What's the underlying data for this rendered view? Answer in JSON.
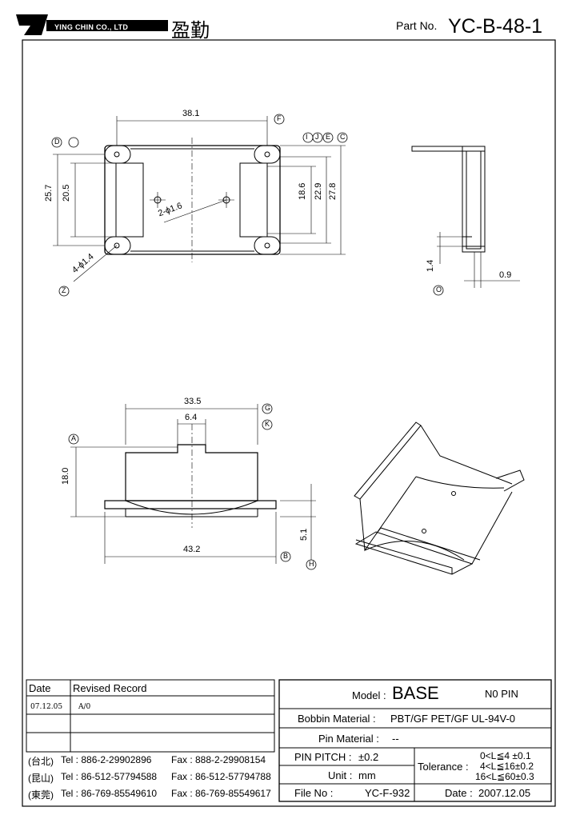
{
  "header": {
    "company": "YING CHIN CO., LTD",
    "company_cn": "盈勤",
    "part_label": "Part No.",
    "part_no": "YC-B-48-1"
  },
  "drawing": {
    "top_view": {
      "length": "38.1",
      "width_outer": "25.7",
      "width_inner": "20.5",
      "slot_height": "18.6",
      "height_mid": "22.9",
      "height_total": "27.8",
      "hole_note": "2-ϕ1.6",
      "pin_note": "4-ϕ1.4",
      "markers": [
        "F",
        "D",
        "I",
        "J",
        "E",
        "C",
        "Z"
      ]
    },
    "side_view": {
      "dim_a": "1.4",
      "dim_b": "0.9",
      "marker": "O"
    },
    "front_view": {
      "width_top": "33.5",
      "notch": "6.4",
      "height": "18.0",
      "width_base": "43.2",
      "base_height": "5.1",
      "markers": [
        "A",
        "G",
        "K",
        "B",
        "H"
      ]
    }
  },
  "record_table": {
    "headers": [
      "Date",
      "Revised  Record"
    ],
    "rows": [
      {
        "date": "07.12.05",
        "record": "A/0"
      },
      {
        "date": "",
        "record": ""
      },
      {
        "date": "",
        "record": ""
      }
    ]
  },
  "contacts": [
    {
      "loc": "(台北)",
      "tel": "Tel : 886-2-29902896",
      "fax": "Fax : 888-2-29908154"
    },
    {
      "loc": "(昆山)",
      "tel": "Tel : 86-512-57794588",
      "fax": "Fax : 86-512-57794788"
    },
    {
      "loc": "(東莞)",
      "tel": "Tel : 86-769-85549610",
      "fax": "Fax : 86-769-85549617"
    }
  ],
  "spec": {
    "model_label": "Model :",
    "model": "BASE",
    "pin_status": "N0 PIN",
    "bobbin_label": "Bobbin  Material :",
    "bobbin": "PBT/GF  PET/GF  UL-94V-0",
    "pin_material_label": "Pin  Material :",
    "pin_material": "--",
    "pin_pitch_label": "PIN  PITCH :",
    "pin_pitch": "±0.2",
    "unit_label": "Unit :",
    "unit": "mm",
    "tolerance_label": "Tolerance :",
    "tolerances": [
      "0<L≦4  ±0.1",
      "4<L≦16±0.2",
      "16<L≦60±0.3"
    ],
    "file_label": "File  No :",
    "file_no": "YC-F-932",
    "date_label": "Date :",
    "date": "2007.12.05"
  }
}
